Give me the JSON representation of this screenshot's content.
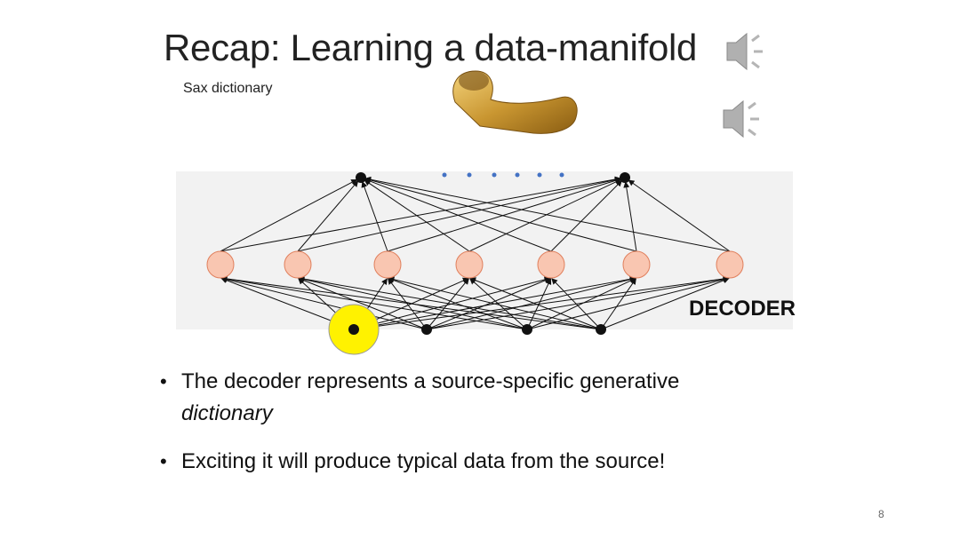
{
  "slide": {
    "title": "Recap: Learning a data-manifold",
    "subtitle": "Sax dictionary",
    "decoder_label": "DECODER",
    "bullets": [
      {
        "text": "The decoder represents a source-specific generative",
        "emph": "dictionary"
      },
      {
        "text": "Exciting it will produce typical data from the source!",
        "emph": ""
      }
    ],
    "page_number": "8"
  },
  "icons": {
    "speaker_top": "speaker-icon",
    "speaker_side": "speaker-icon",
    "saxophone": "saxophone-image"
  },
  "colors": {
    "hidden_node": "#f9c6b1",
    "hidden_stroke": "#e07f5c",
    "highlight": "#fff200",
    "panel": "#f2f2f2",
    "ellipsis_dots": "#4472c4"
  }
}
